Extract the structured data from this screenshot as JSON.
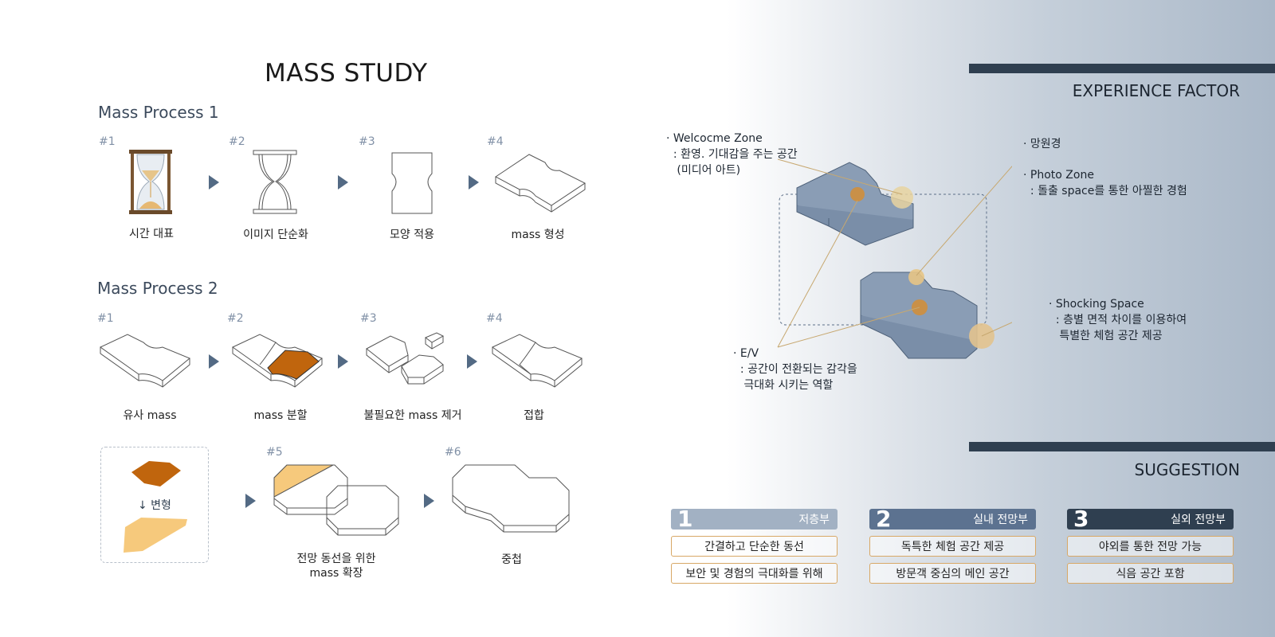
{
  "title": "MASS STUDY",
  "process1": {
    "label": "Mass Process 1",
    "steps": [
      {
        "num": "#1",
        "caption": "시간 대표"
      },
      {
        "num": "#2",
        "caption": "이미지 단순화"
      },
      {
        "num": "#3",
        "caption": "모양 적용"
      },
      {
        "num": "#4",
        "caption": "mass 형성"
      }
    ]
  },
  "process2": {
    "label": "Mass Process 2",
    "steps": [
      {
        "num": "#1",
        "caption": "유사 mass"
      },
      {
        "num": "#2",
        "caption": "mass 분할"
      },
      {
        "num": "#3",
        "caption": "불필요한 mass 제거"
      },
      {
        "num": "#4",
        "caption": "접합"
      },
      {
        "num": "#5",
        "caption": "전망 동선을 위한\nmass 확장"
      },
      {
        "num": "#6",
        "caption": "중첩"
      }
    ],
    "transform_label": "↓ 변형"
  },
  "experience": {
    "heading": "EXPERIENCE FACTOR",
    "annotations": {
      "welcome": "· Welcocme Zone\n  : 환영. 기대감을 주는 공간\n   (미디어 아트)",
      "telescope": "· 망원경",
      "photo": "· Photo Zone\n  : 돌출 space를 통한 아찔한 경험",
      "shocking": "· Shocking Space\n  : 층별 면적 차이를 이용하여\n   특별한 체험 공간 제공",
      "ev": "· E/V\n  : 공간이 전환되는 감각을\n   극대화 시키는 역할"
    }
  },
  "suggestion": {
    "heading": "SUGGESTION",
    "columns": [
      {
        "num": "1",
        "label": "저층부",
        "color": "#a2b1c3",
        "items": [
          "간결하고 단순한 동선",
          "보안 및 경험의 극대화를 위해"
        ]
      },
      {
        "num": "2",
        "label": "실내 전망부",
        "color": "#5c7290",
        "items": [
          "독특한 체험 공간 제공",
          "방문객 중심의 메인 공간"
        ]
      },
      {
        "num": "3",
        "label": "실외 전망부",
        "color": "#2f3f50",
        "items": [
          "야외를 통한 전망 가능",
          "식음 공간 포함"
        ]
      }
    ]
  },
  "colors": {
    "accent_orange": "#c0650d",
    "light_orange": "#f6c97c",
    "slab_blue": "#8a9db5",
    "dark_bar": "#2f3f50"
  }
}
